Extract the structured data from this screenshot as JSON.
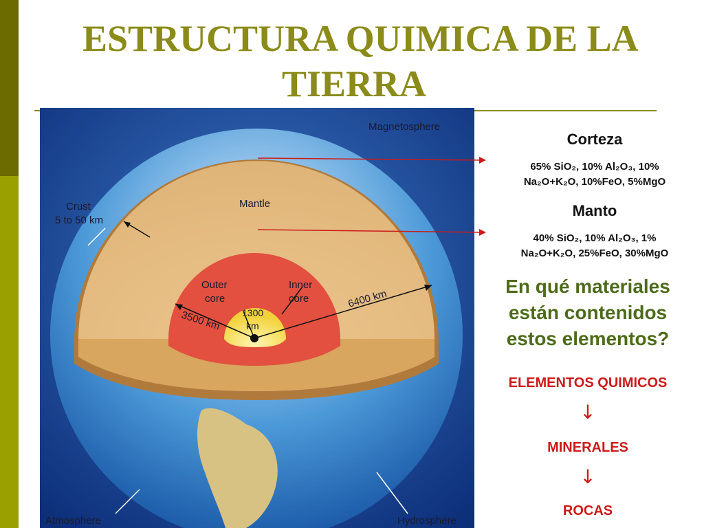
{
  "slide": {
    "title_line1": "ESTRUCTURA QUIMICA DE LA",
    "title_line2": "TIERRA",
    "accent": "#8b8b19",
    "sidebar_dark": "#6b6b00",
    "sidebar_light": "#9aa000"
  },
  "diagram": {
    "magnetosphere": "Magnetosphere",
    "crust_l1": "Crust",
    "crust_l2": "5 to 50 km",
    "mantle": "Mantle",
    "outer_core_l1": "Outer",
    "outer_core_l2": "core",
    "inner_core_l1": "Inner",
    "inner_core_l2": "core",
    "r6400": "6400 km",
    "r3500": "3500 km",
    "r1300_l1": "1300",
    "r1300_l2": "km",
    "atmosphere": "Atmosphere",
    "hydrosphere": "Hydrosphere"
  },
  "corteza": {
    "heading": "Corteza",
    "line1": "65% SiO₂, 10% Al₂O₃, 10%",
    "line2": "Na₂O+K₂O, 10%FeO, 5%MgO"
  },
  "manto": {
    "heading": "Manto",
    "line1": "40% SiO₂, 10% Al₂O₃, 1%",
    "line2": "Na₂O+K₂O, 25%FeO, 30%MgO"
  },
  "question": {
    "line1": "En qué materiales",
    "line2": "están contenidos",
    "line3": "estos elementos?"
  },
  "flow": {
    "step1": "ELEMENTOS QUIMICOS",
    "arrow1": "↓",
    "step2": "MINERALES",
    "arrow2": "↓",
    "step3": "ROCAS"
  }
}
